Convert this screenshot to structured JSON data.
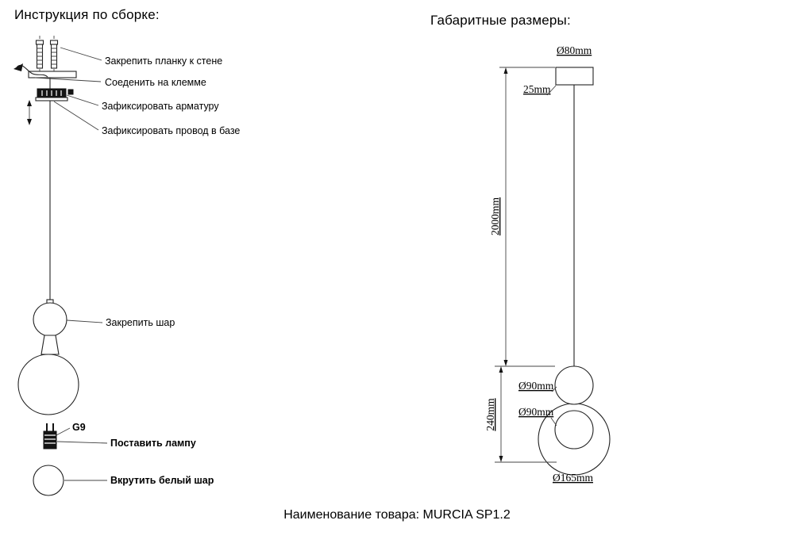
{
  "titles": {
    "assembly": "Инструкция по сборке:",
    "dimensions": "Габаритные размеры:"
  },
  "assembly": {
    "callouts": {
      "bracket": "Закрепить планку к стене",
      "terminal": "Соеденить на клемме",
      "fitting": "Зафиксировать арматуру",
      "wire_base": "Зафиксировать провод в базе",
      "ball": "Закрепить шар",
      "lamp_type": "G9",
      "lamp": "Поставить лампу",
      "white_ball": "Вкрутить белый шар"
    }
  },
  "dimensions": {
    "canopy_diameter": "Ø80mm",
    "canopy_height": "25mm",
    "cord_length": "2000mm",
    "upper_ball_diameter": "Ø90mm",
    "inner_ball_diameter": "Ø90mm",
    "body_height": "240mm",
    "sphere_diameter": "Ø165mm"
  },
  "footer": {
    "product_name": "Наименование товара: MURCIA SP1.2"
  },
  "colors": {
    "ink": "#141414",
    "background": "#ffffff"
  }
}
